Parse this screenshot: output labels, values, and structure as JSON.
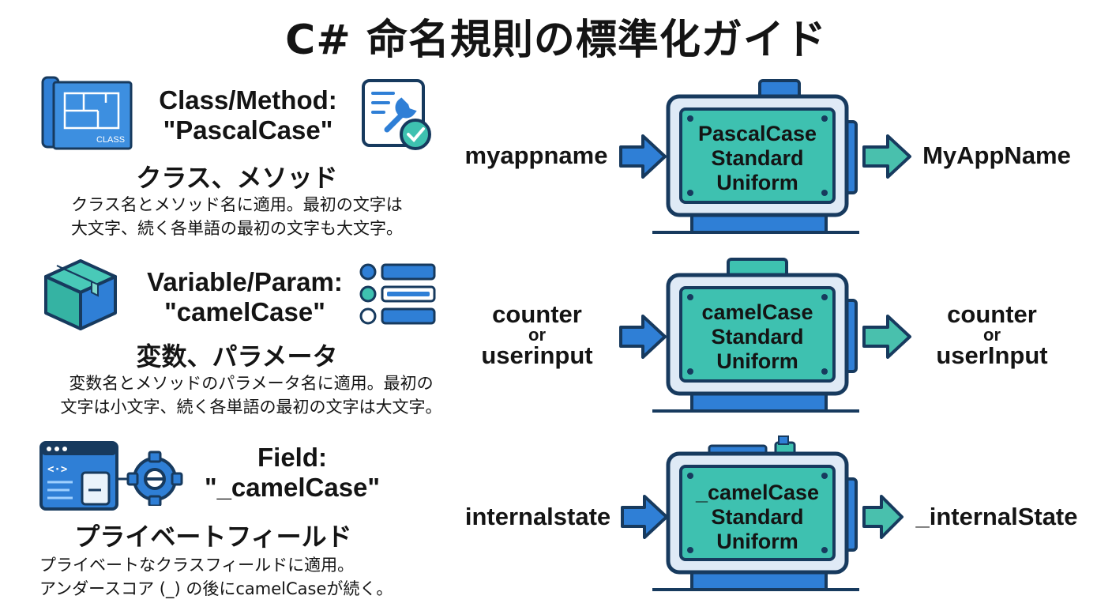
{
  "title": "C# 命名規則の標準化ガイド",
  "rows": [
    {
      "english_label": [
        "Class/Method:",
        "\"PascalCase\""
      ],
      "jp_heading": "クラス、メソッド",
      "jp_desc": [
        "クラス名とメソッド名に適用。最初の文字は",
        "大文字、続く各単語の最初の文字も大文字。"
      ],
      "icon_left_text": "CLASS",
      "machine": [
        "PascalCase",
        "Standard",
        "Uniform"
      ],
      "input": [
        "myappname"
      ],
      "output": [
        "MyAppName"
      ]
    },
    {
      "english_label": [
        "Variable/Param:",
        "\"camelCase\""
      ],
      "jp_heading": "変数、パラメータ",
      "jp_desc": [
        "変数名とメソッドのパラメータ名に適用。最初の",
        "文字は小文字、続く各単語の最初の文字は大文字。"
      ],
      "machine": [
        "camelCase",
        "Standard",
        "Uniform"
      ],
      "input": [
        "counter",
        "or",
        "userinput"
      ],
      "output": [
        "counter",
        "or",
        "userInput"
      ]
    },
    {
      "english_label": [
        "Field:",
        "\"_camelCase\""
      ],
      "jp_heading": "プライベートフィールド",
      "jp_desc": [
        "プライベートなクラスフィールドに適用。",
        "アンダースコア (_) の後にcamelCaseが続く。"
      ],
      "machine": [
        "_camelCase",
        "Standard",
        "Uniform"
      ],
      "input": [
        "internalstate"
      ],
      "output": [
        "_internalState"
      ]
    }
  ],
  "icons": [
    "blueprint-class-icon",
    "wrench-check-icon",
    "box-icon",
    "list-icon",
    "code-window-icon",
    "gear-icon",
    "machine-icon",
    "arrow-right-icon"
  ],
  "colors": {
    "blue": "#2f7fd6",
    "dark_navy": "#173a5e",
    "teal": "#3ec1b0",
    "machine_body": "#dfeaf6",
    "arrow_out": "#49c0ad"
  }
}
